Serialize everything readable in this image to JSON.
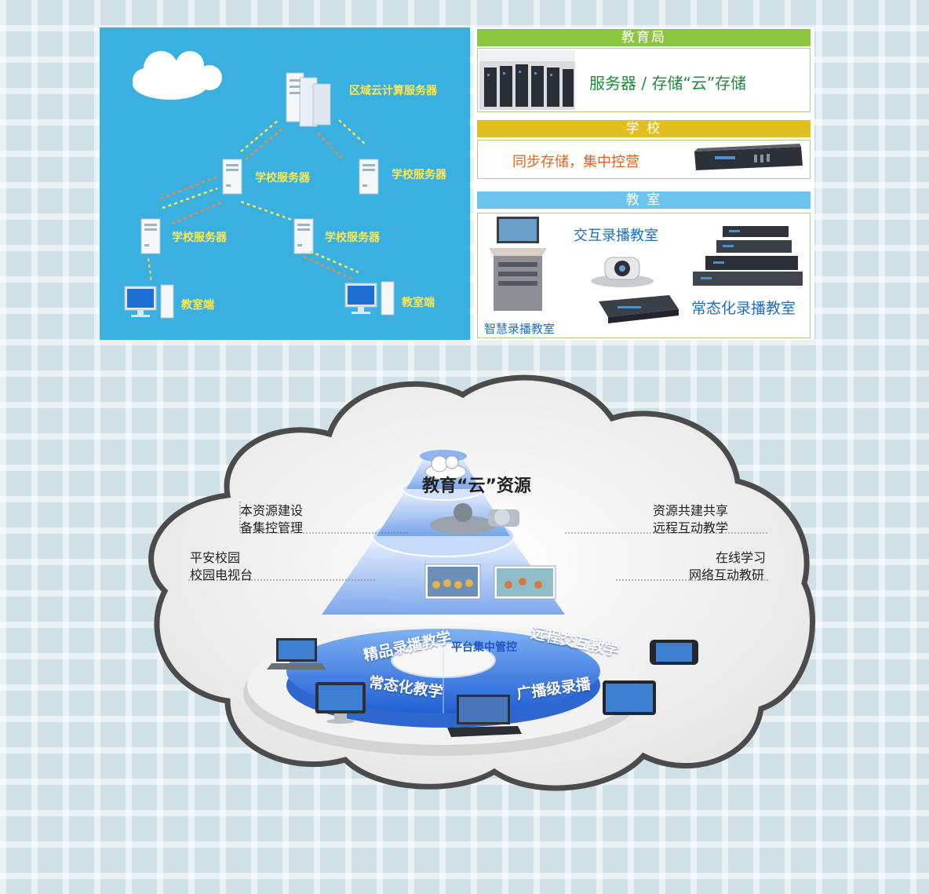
{
  "network": {
    "cloud_server_label": "区域云计算服务器",
    "school_server_1": "学校服务器",
    "school_server_2": "学校服务器",
    "school_server_3": "学校服务器",
    "school_server_4": "学校服务器",
    "classroom_1": "教室端",
    "classroom_2": "教室端"
  },
  "tiers": {
    "bureau": {
      "header": "教育局",
      "text": "服务器 / 存储“云”存储",
      "color": "#8cc63f",
      "text_color": "#1f8a3a"
    },
    "school": {
      "header": "学  校",
      "text": "同步存储，集中控营",
      "color": "#e2bf20",
      "text_color": "#e2621e"
    },
    "classroom": {
      "header": "教  室",
      "color": "#6cc3ee",
      "interactive": "交互录播教室",
      "smart": "智慧录播教室",
      "normal": "常态化录播教室",
      "label_color": "#1b6fc2"
    }
  },
  "cloud": {
    "title": "教育“云”资源",
    "left_1a": "本资源建设",
    "left_1b": "备集控管理",
    "left_2a": "平安校园",
    "left_2b": "校园电视台",
    "right_1a": "资源共建共享",
    "right_1b": "远程互动教学",
    "right_2a": "在线学习",
    "right_2b": "网络互动教研",
    "ring_1": "精品录播教学",
    "ring_2": "远程交互教学",
    "ring_3": "常态化教学",
    "ring_4": "广播级录播",
    "center": "平台集中管控"
  }
}
